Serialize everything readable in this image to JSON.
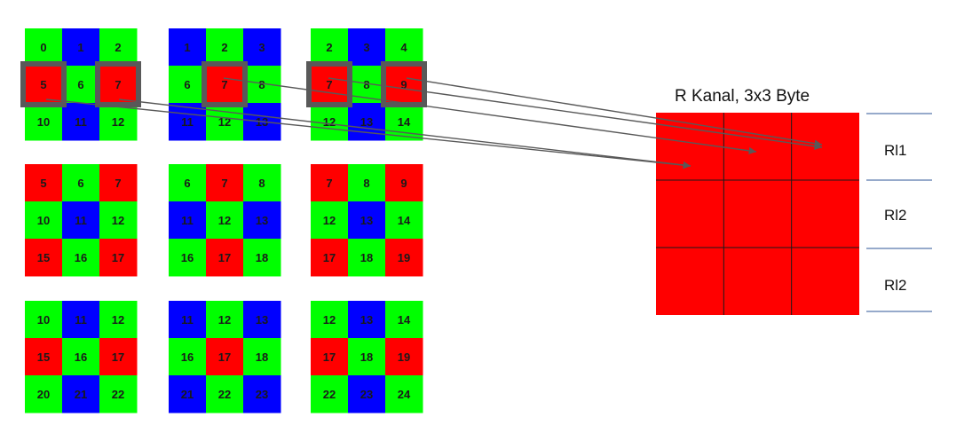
{
  "colors": {
    "R": "#ff0000",
    "G": "#00ff00",
    "B": "#0000ff",
    "highlight_frame": "#595959",
    "arrow": "#595959",
    "divider": "#2e5597"
  },
  "mosaic_blocks": [
    {
      "numbers": [
        0,
        1,
        2,
        5,
        6,
        7,
        10,
        11,
        12
      ],
      "colors": [
        "G",
        "B",
        "G",
        "R",
        "G",
        "R",
        "G",
        "B",
        "G"
      ]
    },
    {
      "numbers": [
        1,
        2,
        3,
        6,
        7,
        8,
        11,
        12,
        13
      ],
      "colors": [
        "B",
        "G",
        "B",
        "G",
        "R",
        "G",
        "B",
        "G",
        "B"
      ]
    },
    {
      "numbers": [
        2,
        3,
        4,
        7,
        8,
        9,
        12,
        13,
        14
      ],
      "colors": [
        "G",
        "B",
        "G",
        "R",
        "G",
        "R",
        "G",
        "B",
        "G"
      ]
    },
    {
      "numbers": [
        5,
        6,
        7,
        10,
        11,
        12,
        15,
        16,
        17
      ],
      "colors": [
        "R",
        "G",
        "R",
        "G",
        "B",
        "G",
        "R",
        "G",
        "R"
      ]
    },
    {
      "numbers": [
        6,
        7,
        8,
        11,
        12,
        13,
        16,
        17,
        18
      ],
      "colors": [
        "G",
        "R",
        "G",
        "B",
        "G",
        "B",
        "G",
        "R",
        "G"
      ]
    },
    {
      "numbers": [
        7,
        8,
        9,
        12,
        13,
        14,
        17,
        18,
        19
      ],
      "colors": [
        "R",
        "G",
        "R",
        "G",
        "B",
        "G",
        "R",
        "G",
        "R"
      ]
    },
    {
      "numbers": [
        10,
        11,
        12,
        15,
        16,
        17,
        20,
        21,
        22
      ],
      "colors": [
        "G",
        "B",
        "G",
        "R",
        "G",
        "R",
        "G",
        "B",
        "G"
      ]
    },
    {
      "numbers": [
        11,
        12,
        13,
        16,
        17,
        18,
        21,
        22,
        23
      ],
      "colors": [
        "B",
        "G",
        "B",
        "G",
        "R",
        "G",
        "B",
        "G",
        "B"
      ]
    },
    {
      "numbers": [
        12,
        13,
        14,
        17,
        18,
        19,
        22,
        23,
        24
      ],
      "colors": [
        "G",
        "B",
        "G",
        "R",
        "G",
        "R",
        "G",
        "B",
        "G"
      ]
    }
  ],
  "r_channel": {
    "title": "R Kanal, 3x3 Byte",
    "row_labels": [
      "Rl1",
      "Rl2",
      "Rl2"
    ]
  }
}
